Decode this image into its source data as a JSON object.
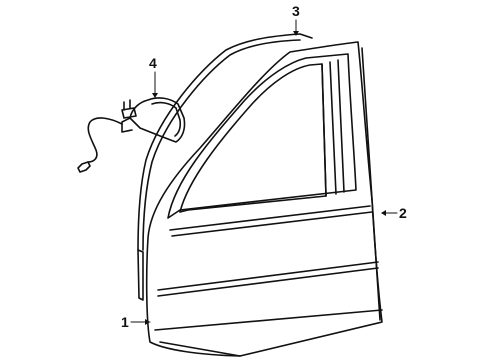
{
  "diagram": {
    "callouts": [
      {
        "id": "1"
      },
      {
        "id": "2"
      },
      {
        "id": "3"
      },
      {
        "id": "4"
      }
    ]
  }
}
